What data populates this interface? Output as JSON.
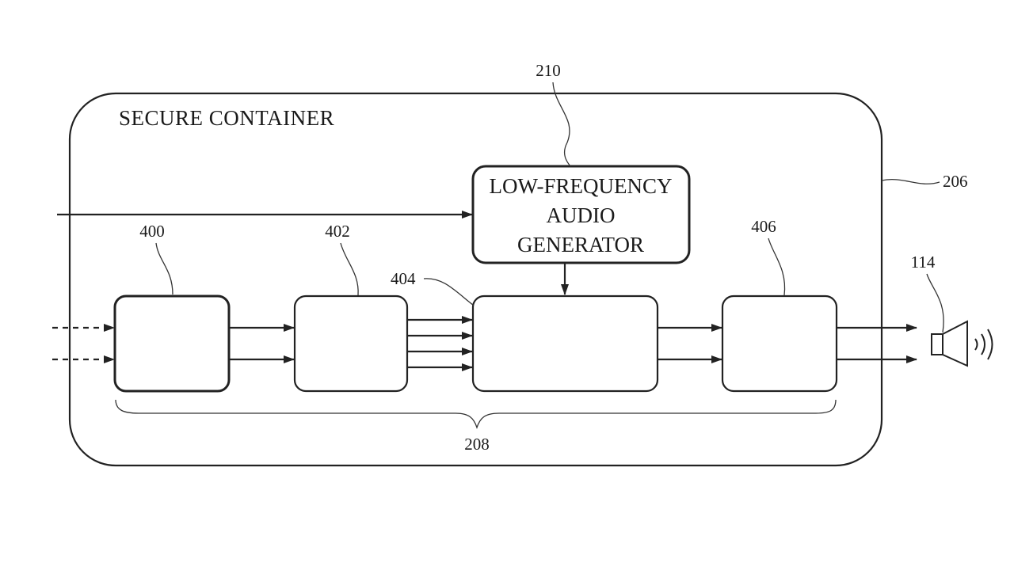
{
  "container": {
    "title": "SECURE CONTAINER",
    "ref": "206"
  },
  "generator": {
    "line1": "LOW-FREQUENCY",
    "line2": "AUDIO",
    "line3": "GENERATOR",
    "ref": "210"
  },
  "blocks": {
    "b400": "400",
    "b402": "402",
    "b404": "404",
    "b406": "406"
  },
  "pipeline_ref": "208",
  "speaker_ref": "114",
  "icons": {
    "speaker": "speaker-icon"
  }
}
